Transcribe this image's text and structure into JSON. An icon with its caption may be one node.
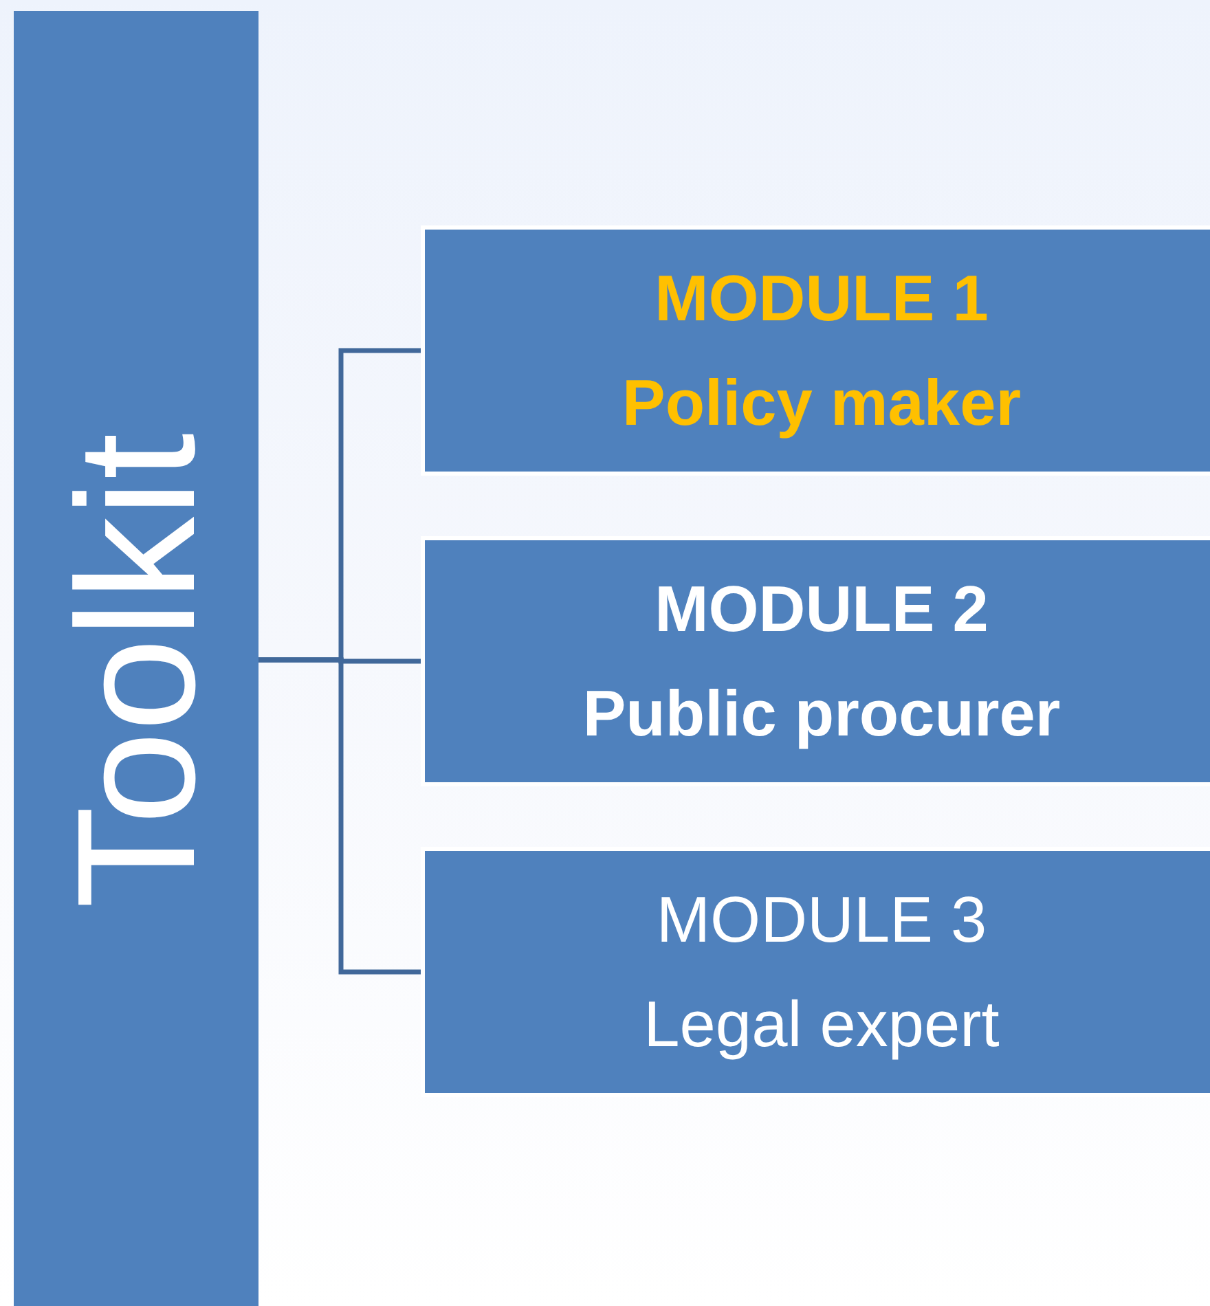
{
  "diagram": {
    "nodes": [
      {
        "text": [
          "Toolkit"
        ]
      },
      {
        "text": [
          "MODULE 1",
          "Policy maker"
        ]
      },
      {
        "text": [
          "MODULE 2",
          "Public procurer"
        ]
      },
      {
        "text": [
          "MODULE 3",
          "Legal expert"
        ]
      }
    ],
    "edges": [
      {
        "from": 0,
        "to": 1,
        "arrow": "none"
      },
      {
        "from": 0,
        "to": 2,
        "arrow": "none"
      },
      {
        "from": 0,
        "to": 3,
        "arrow": "none"
      }
    ]
  }
}
